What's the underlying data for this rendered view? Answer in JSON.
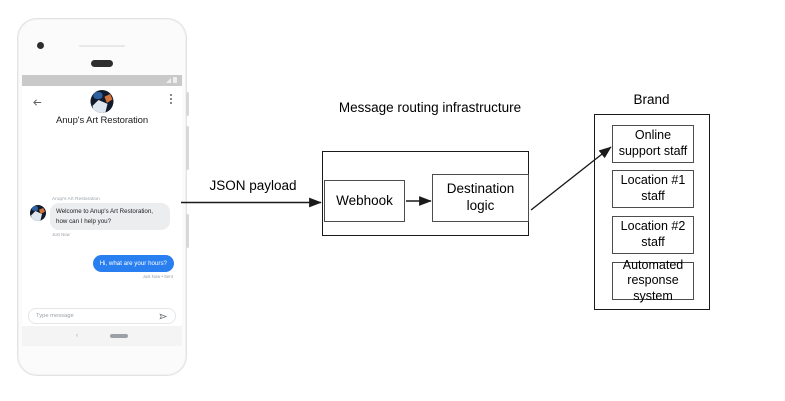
{
  "phone": {
    "status_bar": {
      "signal_icon": "signal-icon",
      "battery_icon": "battery-icon"
    },
    "header": {
      "back_icon": "back-arrow-icon",
      "menu_icon": "overflow-menu-icon",
      "avatar_icon": "brand-avatar-icon",
      "title": "Anup's Art Restoration"
    },
    "conversation": {
      "incoming": {
        "sender": "Anup's Art Restoration",
        "text": "Welcome to Anup's Art Restoration, how can I help you?",
        "time": "Just Now"
      },
      "outgoing": {
        "text": "Hi, what are your hours?",
        "time": "Just Now • Sent"
      }
    },
    "composer": {
      "placeholder": "Type message",
      "send_icon": "send-icon"
    },
    "nav_bar": {
      "back_glyph": "‹",
      "home_pill": "home-indicator"
    }
  },
  "diagram": {
    "json_payload_label": "JSON payload",
    "routing": {
      "title": "Message routing infrastructure",
      "webhook": "Webhook",
      "destination": "Destination logic"
    },
    "brand": {
      "title": "Brand",
      "items": [
        "Online support staff",
        "Location #1 staff",
        "Location #2 staff",
        "Automated response system"
      ]
    }
  },
  "colors": {
    "outgoing_bubble": "#2a7ff0",
    "incoming_bubble": "#ebedef",
    "stroke": "#1a1a1a",
    "inner_stroke": "#4d4d4d"
  }
}
